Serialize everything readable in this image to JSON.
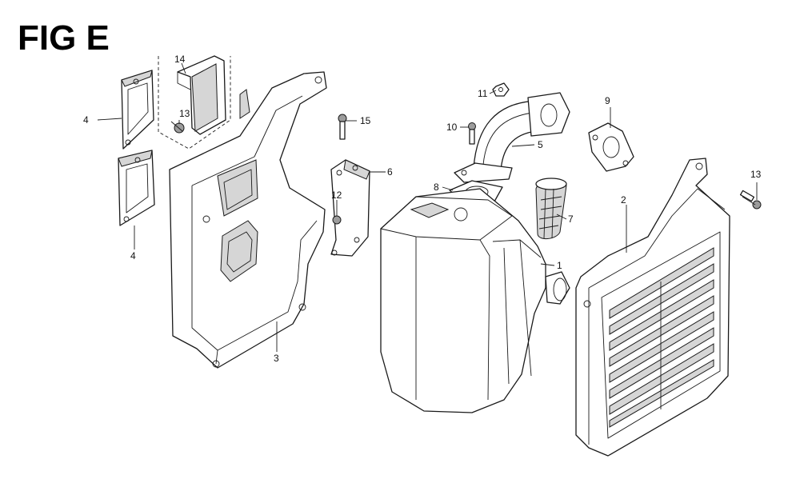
{
  "figure": {
    "title": "FIG E"
  },
  "callouts": {
    "c1": "1",
    "c2": "2",
    "c3": "3",
    "c4a": "4",
    "c4b": "4",
    "c5": "5",
    "c6": "6",
    "c7": "7",
    "c8": "8",
    "c9": "9",
    "c10": "10",
    "c11": "11",
    "c12": "12",
    "c13a": "13",
    "c13b": "13",
    "c14": "14",
    "c15": "15"
  }
}
